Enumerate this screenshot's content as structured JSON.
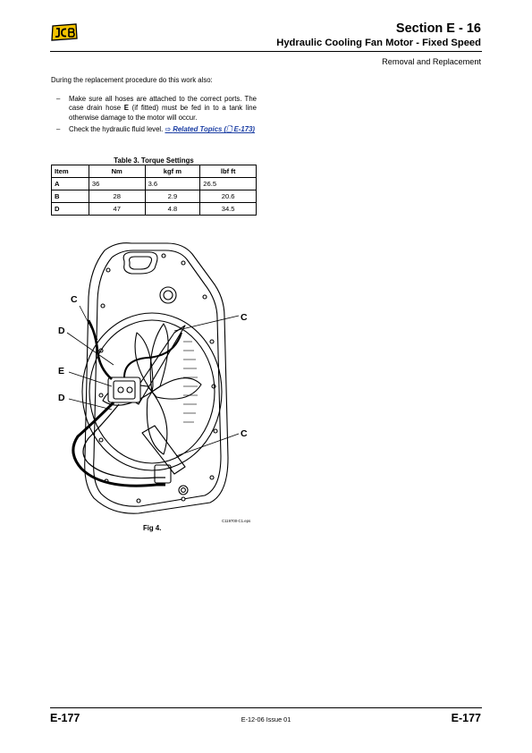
{
  "header": {
    "section": "Section E - 16",
    "title": "Hydraulic Cooling Fan Motor - Fixed Speed",
    "subtitle": "Removal and Replacement"
  },
  "body": {
    "intro": "During the replacement procedure do this work also:",
    "step1": {
      "dash": "–",
      "before": "Make sure all hoses are attached to the correct ports. The case drain hose ",
      "bold": "E",
      "after": " (if fitted) must be fed in to a tank line otherwise damage to the motor will occur."
    },
    "step2": {
      "dash": "–",
      "text": "Check the hydraulic fluid level. ",
      "link_arrow": "⇨",
      "link_text": "Related Topics (",
      "link_icon": "🗋",
      "link_ref": "E-173",
      "link_close": ")"
    }
  },
  "table": {
    "caption": "Table 3. Torque Settings",
    "headers": [
      "Item",
      "Nm",
      "kgf m",
      "lbf ft"
    ],
    "rows": [
      [
        "A",
        "36",
        "3.6",
        "26.5"
      ],
      [
        "B",
        "28",
        "2.9",
        "20.6"
      ],
      [
        "D",
        "47",
        "4.8",
        "34.5"
      ]
    ]
  },
  "figure": {
    "labels": {
      "c1": "C",
      "d1": "D",
      "e": "E",
      "d2": "D",
      "c2": "C",
      "c3": "C"
    },
    "code": "C119700-C1.eps",
    "caption": "Fig 4."
  },
  "footer": {
    "page_left": "E-177",
    "center": "E-12-06 Issue 01",
    "page_right": "E-177"
  },
  "logo_colors": {
    "fill": "#f2c200",
    "stroke": "#000000"
  }
}
